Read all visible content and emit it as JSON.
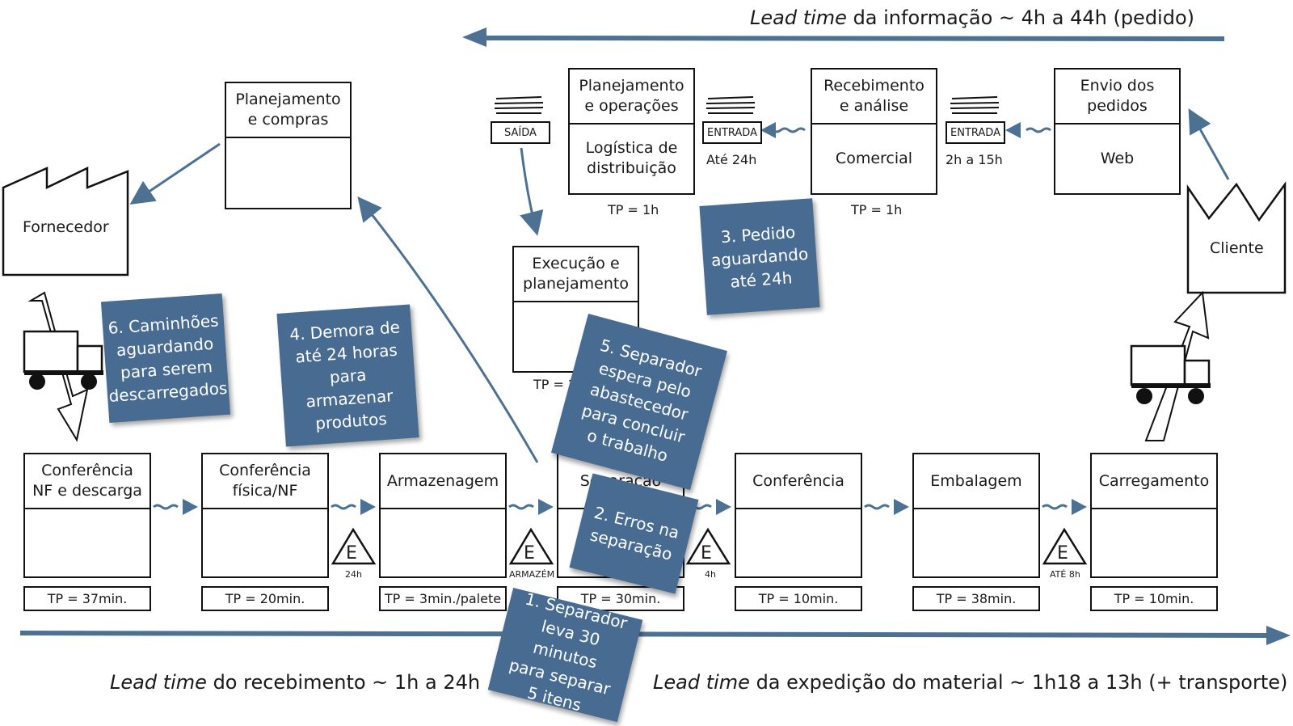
{
  "lead_times": {
    "info_italic": "Lead time",
    "info_rest": " da informação ~ 4h a 44h (pedido)",
    "receb_italic": "Lead time",
    "receb_rest": " do recebimento ~ 1h a 24h",
    "exped_italic": "Lead time",
    "exped_rest": " da expedição do material ~ 1h18 a 13h (+ transporte)"
  },
  "fornecedor": "Fornecedor",
  "cliente": "Cliente",
  "info_processes": {
    "planejamento_compras": {
      "head": "Planejamento\ne compras",
      "body": ""
    },
    "planejamento_operacoes": {
      "head": "Planejamento\ne operações",
      "body": "Logística de\ndistribuição",
      "tp": "TP = 1h"
    },
    "recebimento_analise": {
      "head": "Recebimento\ne análise",
      "body": "Comercial",
      "tp": "TP = 1h"
    },
    "envio_pedidos": {
      "head": "Envio dos\npedidos",
      "body": "Web"
    },
    "execucao_planejamento": {
      "head": "Execução e\nplanejamento",
      "body": "",
      "tp": "TP = 2h"
    }
  },
  "queues": {
    "saida": "SAÍDA",
    "entrada1": "ENTRADA",
    "entrada1_time": "Até 24h",
    "entrada2": "ENTRADA",
    "entrada2_time": "2h a 15h"
  },
  "processes": [
    {
      "head": "Conferência\nNF e descarga",
      "tp": "TP = 37min."
    },
    {
      "head": "Conferência\nfísica/NF",
      "tp": "TP = 20min."
    },
    {
      "head": "Armazenagem",
      "tp": "TP = 3min./palete"
    },
    {
      "head": "Separação",
      "tp": "TP = 30min."
    },
    {
      "head": "Conferência",
      "tp": "TP = 10min."
    },
    {
      "head": "Embalagem",
      "tp": "TP = 38min."
    },
    {
      "head": "Carregamento",
      "tp": "TP = 10min."
    }
  ],
  "inventories": [
    {
      "symbol": "E",
      "label": "24h"
    },
    {
      "symbol": "E",
      "label": "ARMAZÉM"
    },
    {
      "symbol": "E",
      "label": "4h"
    },
    {
      "symbol": "E",
      "label": "ATÉ 8h"
    }
  ],
  "notes": {
    "n1": "1. Separador\nleva 30 minutos\npara separar\n5 itens",
    "n2": "2. Erros na\nseparação",
    "n3": "3. Pedido\naguardando\naté 24h",
    "n4": "4. Demora de\naté 24 horas\npara armazenar\nprodutos",
    "n5": "5. Separador\nespera pelo\nabastecedor\npara concluir\no trabalho",
    "n6": "6. Caminhões\naguardando\npara serem\ndescarregados"
  },
  "colors": {
    "note": "#476b91",
    "arrow": "#4d7192",
    "outline": "#111111"
  }
}
